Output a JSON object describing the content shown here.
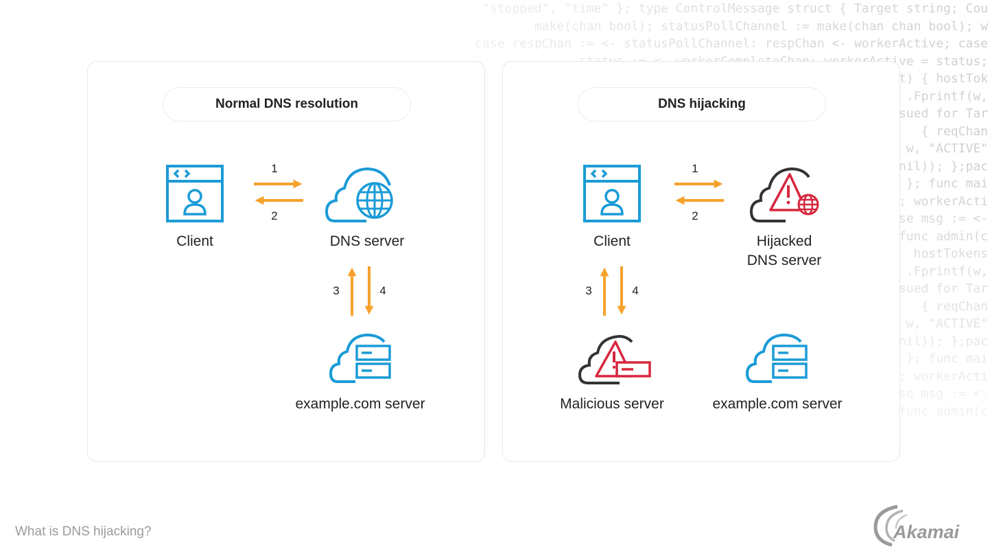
{
  "background_code": [
    "\"stopped\", \"time\" }; type ControlMessage struct { Target string; Cou",
    "make(chan bool); statusPollChannel := make(chan chan bool); w",
    "case respChan := <- statusPollChannel: respChan <- workerActive; case",
    "status := <- workerCompleteChan: workerActive = status;",
    "st) { hostTok",
    ".Fprintf(w,",
    "ssued for Tar",
    "{ reqChan",
    "w, \"ACTIVE\"",
    "nil)); };pac",
    "}; func mai",
    "; workerActi",
    "se msg := <-",
    "func admin(c",
    "hostTokens",
    ".Fprintf(w,",
    "sued for Tar",
    "{ reqChan",
    "w, \"ACTIVE\"",
    "nil)); };pac",
    "}; func mai",
    "; workerActi",
    "se msg := <-",
    "func admin(c"
  ],
  "colors": {
    "accent_blue": "#1a9bd7",
    "arrow_orange": "#f5a12b",
    "danger_red": "#d7263d",
    "dark_outline": "#333333"
  },
  "panels": {
    "normal": {
      "title": "Normal DNS resolution",
      "client_label": "Client",
      "dns_label": "DNS server",
      "target_label": "example.com server",
      "step1": "1",
      "step2": "2",
      "step3": "3",
      "step4": "4"
    },
    "hijack": {
      "title": "DNS hijacking",
      "client_label": "Client",
      "dns_label_line1": "Hijacked",
      "dns_label_line2": "DNS server",
      "malicious_label": "Malicious server",
      "target_label": "example.com server",
      "step1": "1",
      "step2": "2",
      "step3": "3",
      "step4": "4"
    }
  },
  "footer": {
    "title": "What is DNS hijacking?",
    "brand": "Akamai"
  }
}
